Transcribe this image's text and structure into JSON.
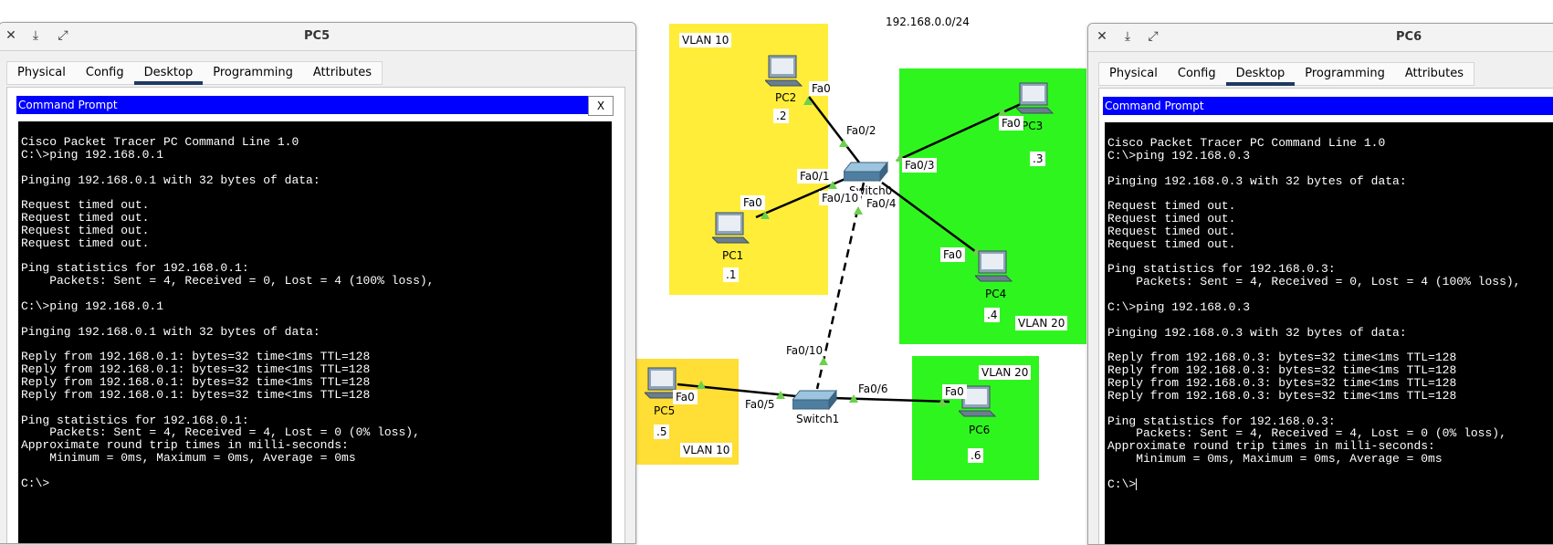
{
  "network": {
    "subnet": "192.168.0.0/24",
    "zones": {
      "vlan10_top": {
        "label": "VLAN 10",
        "color": "#ffed3a"
      },
      "vlan20_top": {
        "label": "VLAN 20",
        "color": "#2ff51f"
      },
      "vlan10_bottom": {
        "label": "VLAN 10",
        "color": "#ffde35"
      },
      "vlan20_bottom": {
        "label": "VLAN 20",
        "color": "#2ff51f"
      }
    },
    "devices": {
      "pc1": {
        "name": "PC1",
        "ip_suffix": ".1",
        "port": "Fa0"
      },
      "pc2": {
        "name": "PC2",
        "ip_suffix": ".2",
        "port": "Fa0"
      },
      "pc3": {
        "name": "PC3",
        "ip_suffix": ".3",
        "port": "Fa0"
      },
      "pc4": {
        "name": "PC4",
        "ip_suffix": ".4",
        "port": "Fa0"
      },
      "pc5": {
        "name": "PC5",
        "ip_suffix": ".5",
        "port": "Fa0"
      },
      "pc6": {
        "name": "PC6",
        "ip_suffix": ".6",
        "port": "Fa0"
      },
      "switch0": {
        "name": "Switch0",
        "ports": {
          "p1": "Fa0/1",
          "p2": "Fa0/2",
          "p3": "Fa0/3",
          "p4": "Fa0/4",
          "p10": "Fa0/10"
        }
      },
      "switch1": {
        "name": "Switch1",
        "ports": {
          "p5": "Fa0/5",
          "p6": "Fa0/6",
          "p10": "Fa0/10"
        }
      }
    },
    "link_color": "#000000",
    "endpoint_color": "#6ad14a"
  },
  "windows": {
    "pc5": {
      "title": "PC5",
      "tabs": [
        "Physical",
        "Config",
        "Desktop",
        "Programming",
        "Attributes"
      ],
      "active_tab": "Desktop",
      "cmd_title": "Command Prompt",
      "close_label": "X",
      "terminal": [
        "Cisco Packet Tracer PC Command Line 1.0",
        "C:\\>ping 192.168.0.1",
        "",
        "Pinging 192.168.0.1 with 32 bytes of data:",
        "",
        "Request timed out.",
        "Request timed out.",
        "Request timed out.",
        "Request timed out.",
        "",
        "Ping statistics for 192.168.0.1:",
        "    Packets: Sent = 4, Received = 0, Lost = 4 (100% loss),",
        "",
        "C:\\>ping 192.168.0.1",
        "",
        "Pinging 192.168.0.1 with 32 bytes of data:",
        "",
        "Reply from 192.168.0.1: bytes=32 time<1ms TTL=128",
        "Reply from 192.168.0.1: bytes=32 time<1ms TTL=128",
        "Reply from 192.168.0.1: bytes=32 time<1ms TTL=128",
        "Reply from 192.168.0.1: bytes=32 time<1ms TTL=128",
        "",
        "Ping statistics for 192.168.0.1:",
        "    Packets: Sent = 4, Received = 4, Lost = 0 (0% loss),",
        "Approximate round trip times in milli-seconds:",
        "    Minimum = 0ms, Maximum = 0ms, Average = 0ms",
        "",
        "C:\\>"
      ]
    },
    "pc6": {
      "title": "PC6",
      "tabs": [
        "Physical",
        "Config",
        "Desktop",
        "Programming",
        "Attributes"
      ],
      "active_tab": "Desktop",
      "cmd_title": "Command Prompt",
      "terminal": [
        "Cisco Packet Tracer PC Command Line 1.0",
        "C:\\>ping 192.168.0.3",
        "",
        "Pinging 192.168.0.3 with 32 bytes of data:",
        "",
        "Request timed out.",
        "Request timed out.",
        "Request timed out.",
        "Request timed out.",
        "",
        "Ping statistics for 192.168.0.3:",
        "    Packets: Sent = 4, Received = 0, Lost = 4 (100% loss),",
        "",
        "C:\\>ping 192.168.0.3",
        "",
        "Pinging 192.168.0.3 with 32 bytes of data:",
        "",
        "Reply from 192.168.0.3: bytes=32 time<1ms TTL=128",
        "Reply from 192.168.0.3: bytes=32 time<1ms TTL=128",
        "Reply from 192.168.0.3: bytes=32 time<1ms TTL=128",
        "Reply from 192.168.0.3: bytes=32 time<1ms TTL=128",
        "",
        "Ping statistics for 192.168.0.3:",
        "    Packets: Sent = 4, Received = 4, Lost = 0 (0% loss),",
        "Approximate round trip times in milli-seconds:",
        "    Minimum = 0ms, Maximum = 0ms, Average = 0ms",
        "",
        "C:\\>"
      ]
    }
  }
}
